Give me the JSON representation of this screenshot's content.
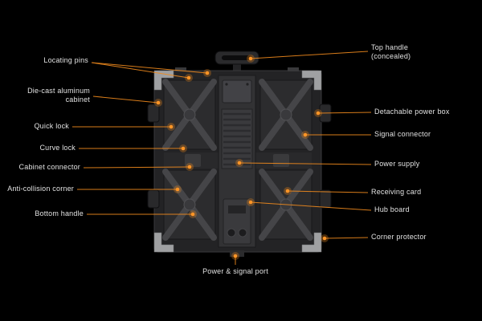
{
  "page": {
    "background": "#000000",
    "accent": "#f08a1d",
    "subject": "LED display cabinet rear view diagram"
  },
  "labels": {
    "left": [
      {
        "text": "Locating pins"
      },
      {
        "text": "Die-cast aluminum\ncabinet"
      },
      {
        "text": "Quick lock"
      },
      {
        "text": "Curve lock"
      },
      {
        "text": "Cabinet connector"
      },
      {
        "text": "Anti-collision corner"
      },
      {
        "text": "Bottom handle"
      }
    ],
    "right": [
      {
        "text": "Top handle\n(concealed)"
      },
      {
        "text": "Detachable power box"
      },
      {
        "text": "Signal connector"
      },
      {
        "text": "Power supply"
      },
      {
        "text": "Receiving card"
      },
      {
        "text": "Hub board"
      },
      {
        "text": "Corner protector"
      }
    ],
    "bottom": {
      "text": "Power & signal port"
    }
  }
}
